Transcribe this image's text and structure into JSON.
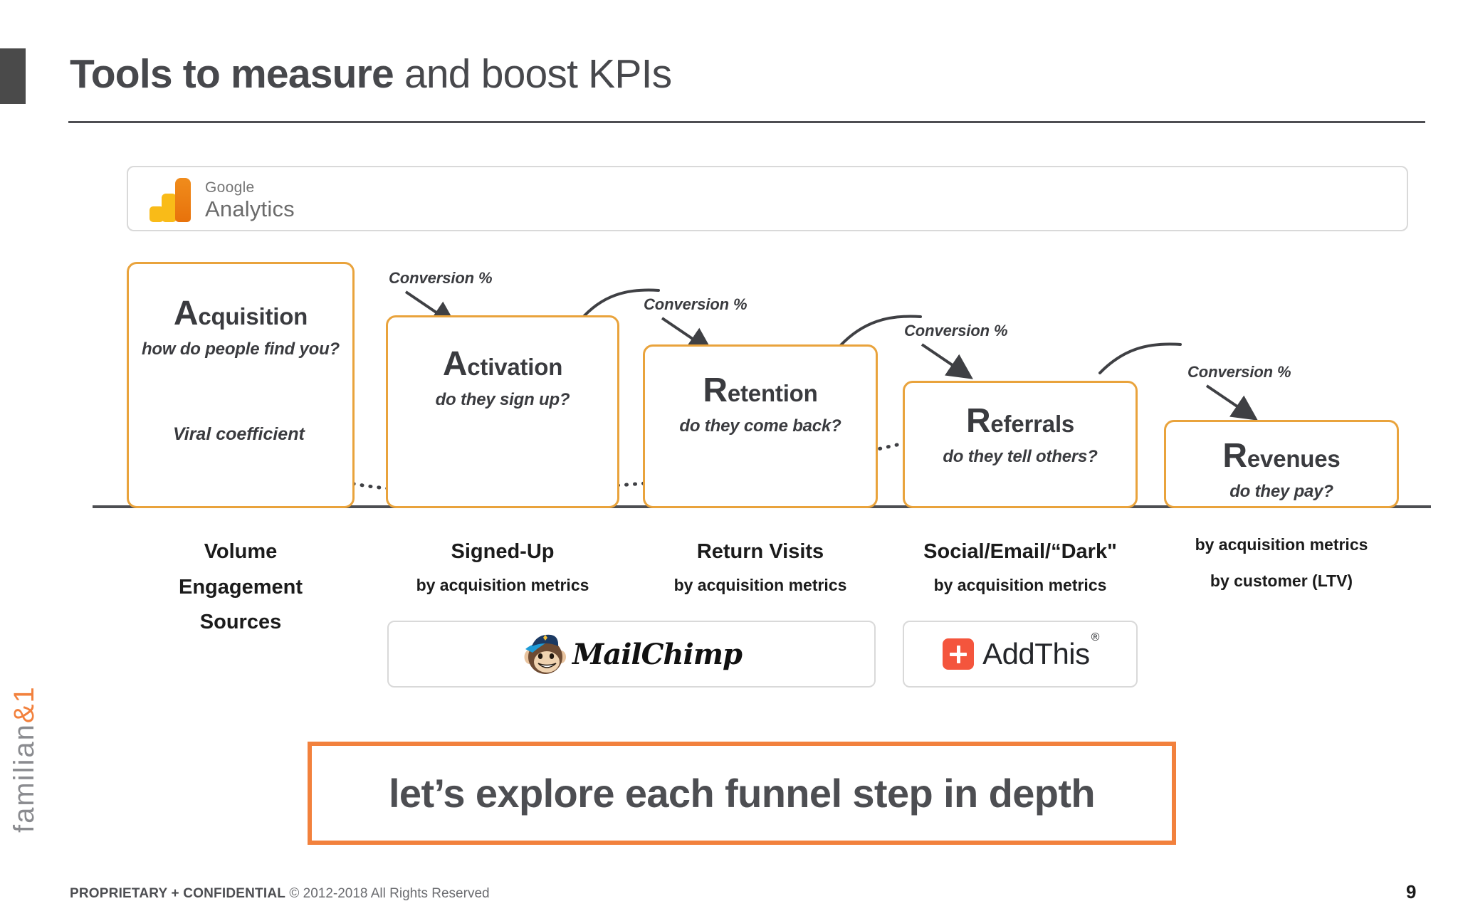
{
  "header": {
    "title_bold": "Tools to measure",
    "title_regular": " and boost KPIs"
  },
  "analytics_bar": {
    "logo_name": "google-analytics-logo",
    "line1": "Google",
    "line2": "Analytics"
  },
  "funnel": {
    "steps": [
      {
        "cap": "A",
        "rest": "cquisition",
        "sub": "how do people find you?",
        "metrics": [
          "Volume",
          "Engagement",
          "Sources"
        ],
        "metric_note": ""
      },
      {
        "cap": "A",
        "rest": "ctivation",
        "sub": "do they sign up?",
        "metrics": [
          "Signed-Up"
        ],
        "metric_note": "by acquisition metrics"
      },
      {
        "cap": "R",
        "rest": "etention",
        "sub": "do they come back?",
        "metrics": [
          "Return Visits"
        ],
        "metric_note": "by acquisition metrics"
      },
      {
        "cap": "R",
        "rest": "eferrals",
        "sub": "do they tell others?",
        "metrics": [
          "Social/Email/“Dark\""
        ],
        "metric_note": "by acquisition metrics"
      },
      {
        "cap": "R",
        "rest": "evenues",
        "sub": "do they pay?",
        "metrics": [
          "by acquisition metrics",
          "by customer (LTV)"
        ],
        "metric_note": ""
      }
    ],
    "conversion_labels": [
      "Conversion %",
      "Conversion %",
      "Conversion %",
      "Conversion %"
    ],
    "viral_label": "Viral coefficient"
  },
  "tools": {
    "mailchimp": {
      "logo_name": "mailchimp-logo",
      "wordmark": "MailChimp"
    },
    "addthis": {
      "logo_name": "addthis-logo",
      "wordmark": "AddThis",
      "registered": "®"
    }
  },
  "cta": {
    "text": "let’s explore each funnel step in depth"
  },
  "brand": {
    "name": "familian",
    "suffix": "&1"
  },
  "footer": {
    "confidential": "PROPRIETARY + CONFIDENTIAL",
    "copyright": "© 2012-2018 All Rights Reserved",
    "page_number": "9"
  },
  "colors": {
    "box_orange": "#E9A33C",
    "cta_orange": "#F2813D",
    "dark": "#4d4e52",
    "addthis_red": "#F4553D",
    "ga_yellow": "#F9BB18",
    "ga_orange": "#E8720B"
  }
}
